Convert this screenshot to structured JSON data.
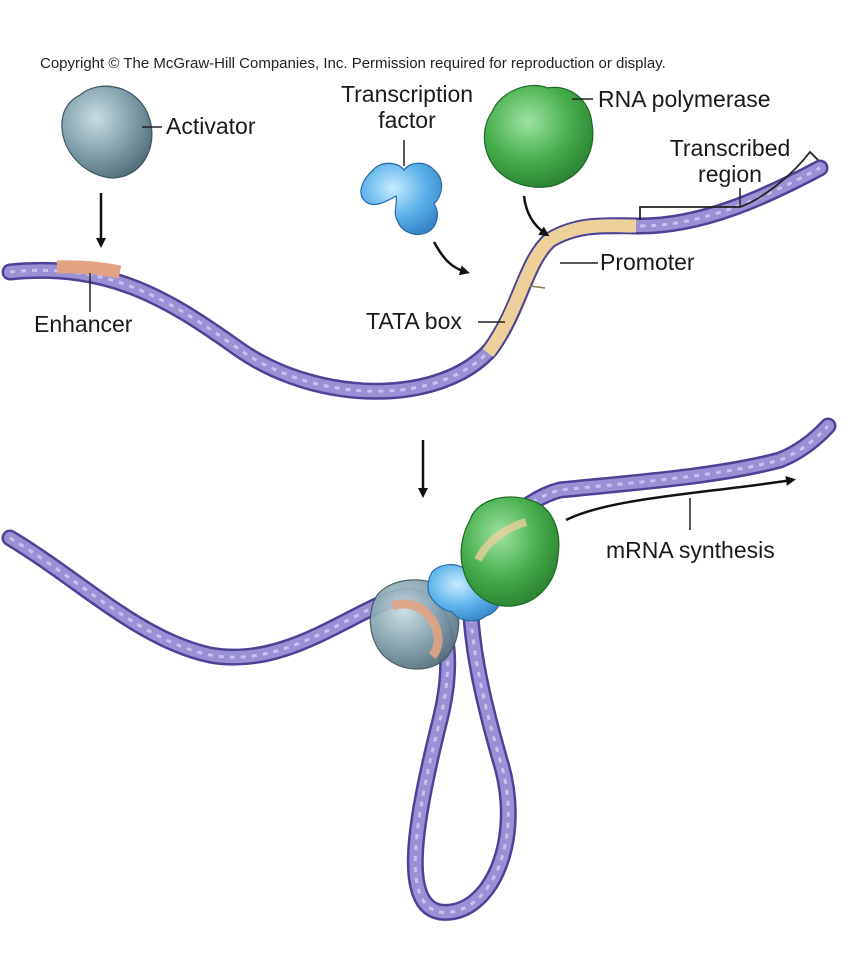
{
  "copyright": "Copyright © The McGraw-Hill Companies, Inc. Permission required for reproduction or display.",
  "labels": {
    "activator": "Activator",
    "transcription_factor_line1": "Transcription",
    "transcription_factor_line2": "factor",
    "rna_polymerase": "RNA polymerase",
    "transcribed_region_line1": "Transcribed",
    "transcribed_region_line2": "region",
    "promoter": "Promoter",
    "enhancer": "Enhancer",
    "tata_box": "TATA box",
    "mrna_synthesis": "mRNA synthesis"
  },
  "colors": {
    "dna": "#8f84cf",
    "dna_edge": "#4d4396",
    "enhancer": "#e2a383",
    "promoter": "#eed09a",
    "activator": "#6f8f9c",
    "transcription_factor": "#56a8e2",
    "rna_polymerase": "#3f9f45"
  }
}
